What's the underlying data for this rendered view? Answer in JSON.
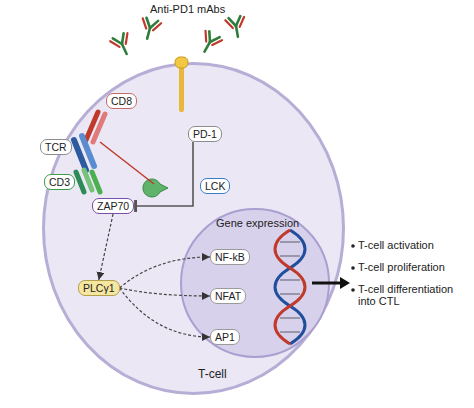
{
  "diagram": {
    "nodes": [
      {
        "text": [
          "T-cell"
        ]
      },
      {
        "text": [
          "CD8"
        ],
        "in": 0
      },
      {
        "text": [
          "PD-1"
        ],
        "in": 0
      },
      {
        "text": [
          "TCR"
        ]
      },
      {
        "text": [
          "CD3"
        ]
      },
      {
        "text": [
          "LCK"
        ],
        "in": 0
      },
      {
        "text": [
          "ZAP70"
        ],
        "in": 0
      },
      {
        "text": [
          "PLCγ1"
        ],
        "in": 0
      },
      {
        "text": [
          "Gene expression"
        ],
        "in": 0
      },
      {
        "text": [
          "NF-kB"
        ],
        "in": 8
      },
      {
        "text": [
          "NFAT"
        ],
        "in": 8
      },
      {
        "text": [
          "AP1"
        ],
        "in": 8
      }
    ],
    "edges": [
      {
        "from": 6,
        "to": 7,
        "arrow": "to"
      },
      {
        "from": 7,
        "to": 9,
        "arrow": "to"
      },
      {
        "from": 7,
        "to": 10,
        "arrow": "to"
      },
      {
        "from": 7,
        "to": 11,
        "arrow": "to"
      },
      {
        "from": 2,
        "to": 6,
        "arrow": "to"
      }
    ],
    "labels": [
      "Anti-PD1 mAbs",
      "T-cell activation",
      "T-cell proliferation",
      "T-cell differentiation into CTL"
    ]
  }
}
